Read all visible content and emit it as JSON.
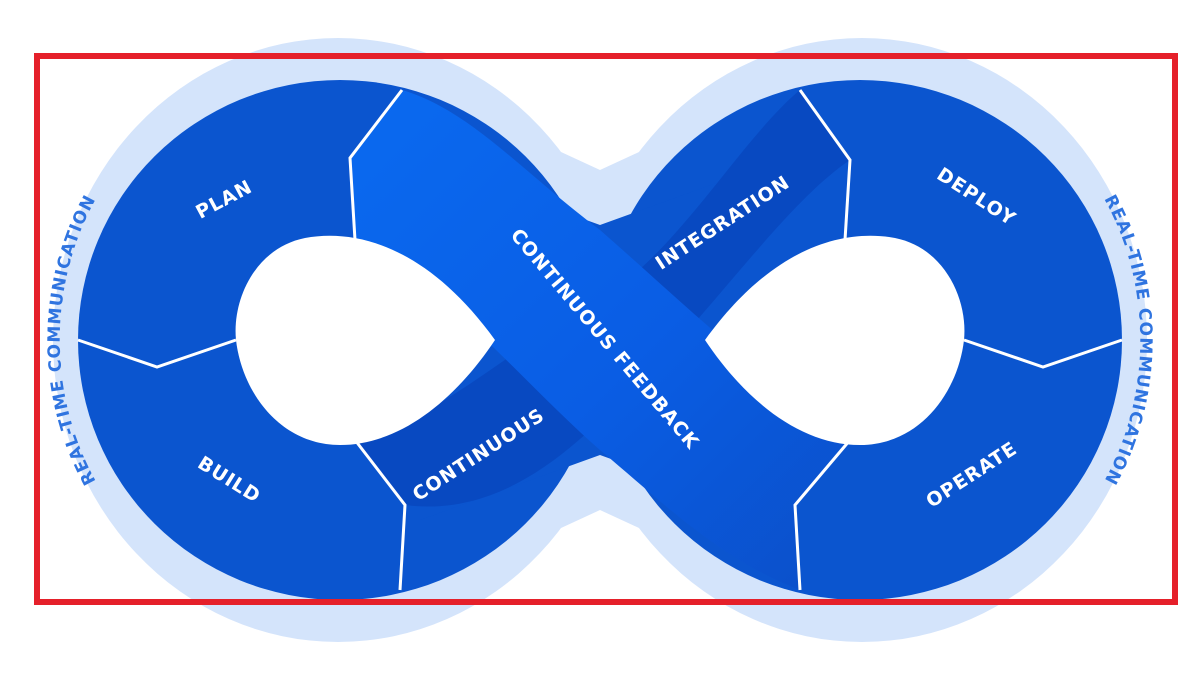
{
  "diagram": {
    "segments": {
      "plan": "PLAN",
      "build": "BUILD",
      "continuous": "CONTINUOUS",
      "integration": "INTEGRATION",
      "deploy": "DEPLOY",
      "operate": "OPERATE",
      "feedback": "CONTINUOUS FEEDBACK"
    },
    "ring_left": "REAL-TIME COMMUNICATION",
    "ring_right": "REAL-TIME COMMUNICATION"
  },
  "colors": {
    "halo": "#d4e4fb",
    "loop": "#0b55cf",
    "band_light": "#0a63ea",
    "band_dark": "#0849c1",
    "ring_text": "#2f74e0",
    "frame": "#e5202a"
  }
}
